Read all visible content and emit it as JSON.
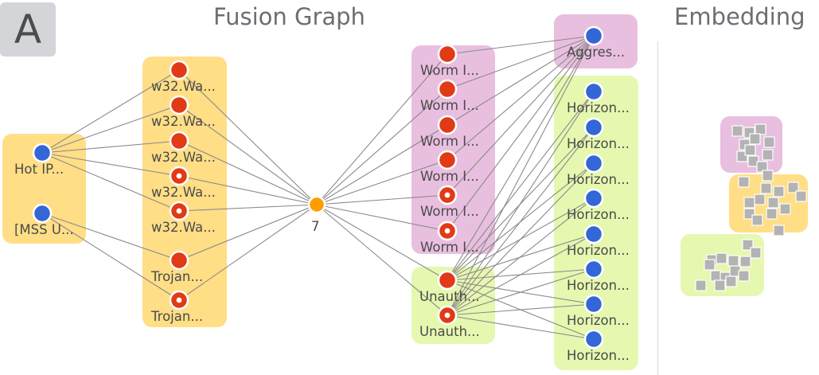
{
  "panel_letter": "A",
  "fusion_title": "Fusion Graph",
  "embedding_title": "Embedding",
  "colors": {
    "group_yellow": "#ffde86",
    "group_purple": "#e9bfe0",
    "group_green": "#e6f7b0",
    "node_blue": "#3366d6",
    "node_red": "#e03a16",
    "node_orange": "#ff9d00",
    "edge": "#8a8a8a",
    "embed_square": "#b3b3b3"
  },
  "central_node": {
    "label": "7",
    "color": "orange"
  },
  "groups": [
    {
      "id": "sources",
      "color": "yellow",
      "nodes": [
        {
          "label": "Hot IP...",
          "color": "blue",
          "ring": false
        },
        {
          "label": "[MSS U...",
          "color": "blue",
          "ring": false
        }
      ]
    },
    {
      "id": "malware",
      "color": "yellow",
      "nodes": [
        {
          "label": "w32.Wa...",
          "color": "red",
          "ring": false
        },
        {
          "label": "w32.Wa...",
          "color": "red",
          "ring": false
        },
        {
          "label": "w32.Wa...",
          "color": "red",
          "ring": false
        },
        {
          "label": "w32.Wa...",
          "color": "red",
          "ring": true
        },
        {
          "label": "w32.Wa...",
          "color": "red",
          "ring": true
        },
        {
          "label": "Trojan...",
          "color": "red",
          "ring": false
        },
        {
          "label": "Trojan...",
          "color": "red",
          "ring": true
        }
      ]
    },
    {
      "id": "worms",
      "color": "purple",
      "nodes": [
        {
          "label": "Worm I...",
          "color": "red",
          "ring": false
        },
        {
          "label": "Worm I...",
          "color": "red",
          "ring": false
        },
        {
          "label": "Worm I...",
          "color": "red",
          "ring": false
        },
        {
          "label": "Worm I...",
          "color": "red",
          "ring": false
        },
        {
          "label": "Worm I...",
          "color": "red",
          "ring": true
        },
        {
          "label": "Worm I...",
          "color": "red",
          "ring": true
        }
      ]
    },
    {
      "id": "unauth",
      "color": "green",
      "nodes": [
        {
          "label": "Unauth...",
          "color": "red",
          "ring": false
        },
        {
          "label": "Unauth...",
          "color": "red",
          "ring": true
        }
      ]
    },
    {
      "id": "aggregate",
      "color": "purple",
      "nodes": [
        {
          "label": "Aggres...",
          "color": "blue",
          "ring": false
        }
      ]
    },
    {
      "id": "horizontal",
      "color": "green",
      "nodes": [
        {
          "label": "Horizon...",
          "color": "blue",
          "ring": false
        },
        {
          "label": "Horizon...",
          "color": "blue",
          "ring": false
        },
        {
          "label": "Horizon...",
          "color": "blue",
          "ring": false
        },
        {
          "label": "Horizon...",
          "color": "blue",
          "ring": false
        },
        {
          "label": "Horizon...",
          "color": "blue",
          "ring": false
        },
        {
          "label": "Horizon...",
          "color": "blue",
          "ring": false
        },
        {
          "label": "Horizon...",
          "color": "blue",
          "ring": false
        },
        {
          "label": "Horizon...",
          "color": "blue",
          "ring": false
        }
      ]
    }
  ],
  "embedding_clusters": [
    {
      "color": "purple"
    },
    {
      "color": "yellow"
    },
    {
      "color": "green"
    }
  ]
}
